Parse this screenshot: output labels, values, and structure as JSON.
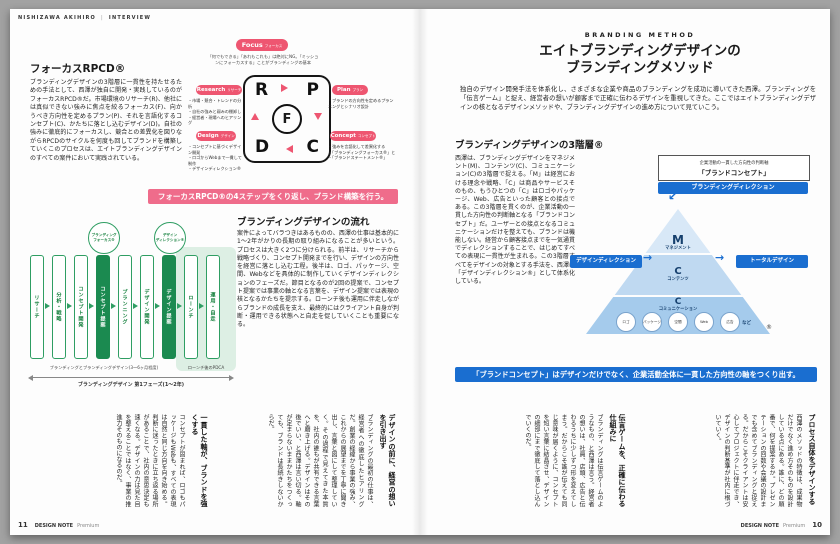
{
  "icons": {
    "arrow_right": "→",
    "arrow_down_left": "↙"
  },
  "header": {
    "name": "NISHIZAWA AKIHIRO",
    "separator": "|",
    "section": "INTERVIEW"
  },
  "left_page": {
    "focus": {
      "title": "フォーカスRPCD®",
      "body": "ブランディングデザインの3階層に一貫性を持たせるための手法として、西澤が独自に開発・実践しているのがフォーカスRPCD®だ。市場環境のリサーチ(R)、他社には真似できない強みに焦点を絞るフォーカス(F)、向かうべき方向性を定めるプラン(P)、それを言語化するコンセプト(C)、かたちに落とし込むデザイン(D)。自社の強みに徹底的にフォーカスし、競合との差異化を図りながらRPCDのサイクルを何度も回してブランドを構築していくこのプロセスは、エイトブランディングデザインのすべての案件において実践されている。",
      "diagram": {
        "focus_badge": {
          "en": "Focus",
          "ja": "フォーカス"
        },
        "note": "「何でもできる」「あれもこれも」は絶対にNG。「ミッションにフォーカスする」ことがブランディングの基本",
        "research": {
          "en": "Research",
          "ja": "リサーチ",
          "bullets": [
            "市場・競合・トレンドの分析",
            "自社の強みと弱みの棚卸し",
            "経営者・現場へのヒアリング"
          ]
        },
        "plan": {
          "en": "Plan",
          "ja": "プラン",
          "bullets": [
            "ブランドの方向性を定めるプランニングとシナリオ設計"
          ]
        },
        "design": {
          "en": "Design",
          "ja": "デザイン",
          "bullets": [
            "コンセプトに基づくデザイン開発",
            "ロゴからWebまで一貫して制作",
            "デザインディレクション®"
          ]
        },
        "concept": {
          "en": "Concept",
          "ja": "コンセプト",
          "bullets": [
            "強みを言語化して差異化する",
            "「ブランディングフォーカス®」と",
            "「ブランドステートメント®」"
          ]
        },
        "letters": {
          "r": "R",
          "p": "P",
          "f": "F",
          "d": "D",
          "c": "C"
        }
      },
      "banner": "フォーカスRPCD®の4ステップをくり返し、ブランド構築を行う。"
    },
    "flow": {
      "title": "ブランディングデザインの流れ",
      "body": "案件によってバラつきはあるものの、西澤の仕事は基本的に1〜2年がかりの長期の取り組みになることが多いという。プロセスは大きく2つに分けられる。前半は、リサーチから戦略づくり、コンセプト開発までを行い、デザインの方向性を経営に落とし込む工程。後半は、ロゴ、パッケージ、空間、Webなどを具体的に制作していくデザインディレクションのフェーズだ。節目となるのが2回の提案で、コンセプト提案では事業の軸となる言葉を、デザイン提案では表現の核となるかたちを提示する。ローンチ後も運用に伴走しながらブランドの成長を支え、最終的にはクライアント自身が判断・運用できる状態へと自走を促していくことも重要になる。",
      "milestones": [
        {
          "line1": "ブランディング",
          "line2": "フォーカス®"
        },
        {
          "line1": "デザイン",
          "line2": "ディレクション®"
        }
      ],
      "steps": [
        {
          "label": "リサーチ",
          "dark": false
        },
        {
          "label": "分析・戦略",
          "dark": false
        },
        {
          "label": "コンセプト開発",
          "dark": false
        },
        {
          "label": "コンセプト提案",
          "dark": true
        },
        {
          "label": "プランニング",
          "dark": false
        },
        {
          "label": "デザイン開発",
          "dark": false
        },
        {
          "label": "デザイン提案",
          "dark": true
        },
        {
          "label": "ローンチ",
          "dark": false
        },
        {
          "label": "運用・自走",
          "dark": false
        }
      ],
      "labels": {
        "phase1": "ブランディングとブランディングデザイン(3〜6ヶ月程度)",
        "phase2": "ローンチ後のPDCA",
        "arrow": "ブランディングデザイン 第1フェーズ(1〜2年)"
      }
    },
    "bottom_blocks": [
      {
        "heading": "デザインの前に、経営の想いを引き出す",
        "body": "ブランディングの最初の仕事は、経営者への徹底したヒアリングだ。創業の経緯から事業の強み、これからの展望までを丁寧に聞き出し、言葉と図にして整理していく。その過程で見えてきた本質を、社内の誰もが共有できる言葉へと磨き上げる。デザインはその後でいい、と西澤は言い切る。軸が定まらないままかたちをつくっても、ブランドは長続きしないからだ。"
      },
      {
        "heading": "一貫した軸が、ブランドを強くする",
        "body": "コンセプトが固まれば、ロゴもパッケージもWebも、すべての表現は自然と同じ方向を向き始める。判断に迷ったときに立ち返る場所があることで、社内の意思決定も速くなる。デザインの力は見た目を整えることではなく、事業の推進力そのものになるのだ。"
      }
    ],
    "footer": {
      "page": "11",
      "brand": "DESIGN NOTE",
      "edition": "Premium"
    }
  },
  "right_page": {
    "kicker": "BRANDING METHOD",
    "title_lines": [
      "エイトブランディングデザインの",
      "ブランディングメソッド"
    ],
    "intro": "独自のデザイン開発手法を体系化し、さまざまな企業や商品のブランディングを成功に導いてきた西澤。ブランディングを「伝言ゲーム」と捉え、経営者の想いが顧客まで正確に伝わるデザインを重視してきた。ここではエイトブランディングデザインの核となるデザインメソッドや、ブランディングデザインの進め方について見ていこう。",
    "layers": {
      "title": "ブランディングデザインの3階層®",
      "body": "西澤は、ブランディングデザインをマネジメント(M)、コンテンツ(C)、コミュニケーション(C)の3階層で捉える。「M」は経営における理念や戦略、「C」は商品やサービスそのもの、もうひとつの「C」はロゴやパッケージ、Web、広告といった顧客との接点である。この3階層を貫くのが、企業活動の一貫した方向性の判断軸となる「ブランドコンセプト」だ。ユーザーとの接点となるコミュニケーションだけを整えても、ブランドは機能しない。経営から顧客接点までを一気通貫でディレクションすることで、はじめてすべての表現に一貫性が生まれる。この3階層すべてをデザインの対象とする手法を、西澤は「デザインディレクション®」として体系化している。",
      "pyramid": {
        "note_line1": "企業活動の一貫した方向性の判断軸",
        "note_line2": "「ブランドコンセプト」",
        "top_box": "ブランディングディレクション",
        "layers": [
          {
            "letter": "M",
            "label": "マネジメント"
          },
          {
            "letter": "C",
            "label": "コンテンツ"
          },
          {
            "letter": "C",
            "label": "コミュニケーション"
          }
        ],
        "circles": [
          "ロゴ",
          "パッケージ",
          "空間",
          "Web",
          "広告"
        ],
        "etc": "など",
        "left_box": "デザインディレクション",
        "right_box": "トータルデザイン",
        "reg": "®"
      },
      "banner": "「ブランドコンセプト」はデザインだけでなく、企業活動全体に一貫した方向性の軸をつくり出す。"
    },
    "bottom_blocks": [
      {
        "heading": "プロセス自体をデザインする",
        "body": "西澤のメソッドの特徴は、成果物だけでなく進め方そのものを設計している点にある。誰に、どの順番で、何を提案するか。プレゼンテーションの回数や会議の設計までも含めてブランディングと捉える。だからこそクライアントは安心してプロジェクトに伴走でき、デザインの判断基準が社内に根づいていく。"
      },
      {
        "heading": "伝言ゲームを、正確に伝わる仕組みに",
        "body": "ブランディングは伝言ゲームのようなもの、と西澤は言う。経営者の想いは、社員、店頭、広告と伝わるうちに少しずつ形を変えてしまう。だからこそ誰が伝えても同じ意味が届くように、コンセプトを短い言葉に結晶させ、デザインの細部にまで徹底して落とし込んでいくのだ。"
      }
    ],
    "footer": {
      "brand": "DESIGN NOTE",
      "edition": "Premium",
      "page": "10"
    }
  }
}
